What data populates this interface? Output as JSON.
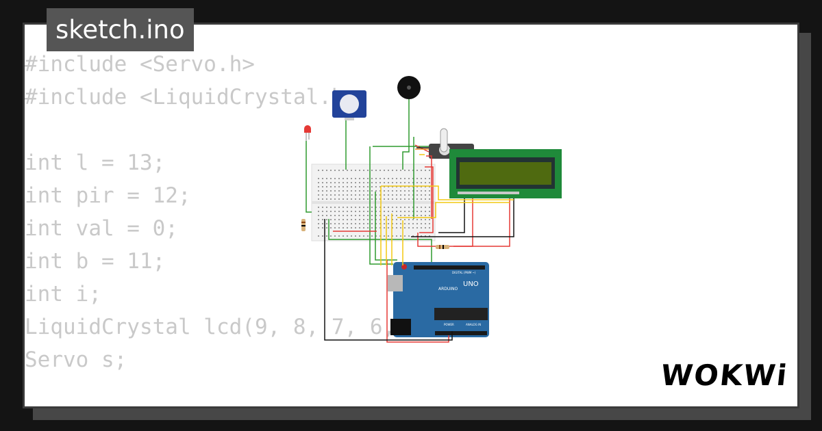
{
  "file_tab": {
    "label": "sketch.ino"
  },
  "code_lines": [
    "#include <Servo.h>",
    "#include <LiquidCrystal.h>",
    "",
    "int l = 13;",
    "int pir = 12;",
    "int val = 0;",
    "int b = 11;",
    "int i;",
    "LiquidCrystal lcd(9, 8, 7, 6, 5, 4);",
    "Servo s;"
  ],
  "board": {
    "uno": "UNO",
    "brand": "ARDUINO",
    "digital": "DIGITAL (PWM ~)",
    "power": "POWER",
    "analog": "ANALOG IN"
  },
  "brand": {
    "logo": "WOKWi"
  },
  "colors": {
    "background": "#141414",
    "card": "#ffffff",
    "code_text": "#c9c9c9",
    "tab": "#555555",
    "arduino_board": "#2a6aa3",
    "lcd_board": "#1f8a3a",
    "lcd_screen": "#4f6a10"
  }
}
